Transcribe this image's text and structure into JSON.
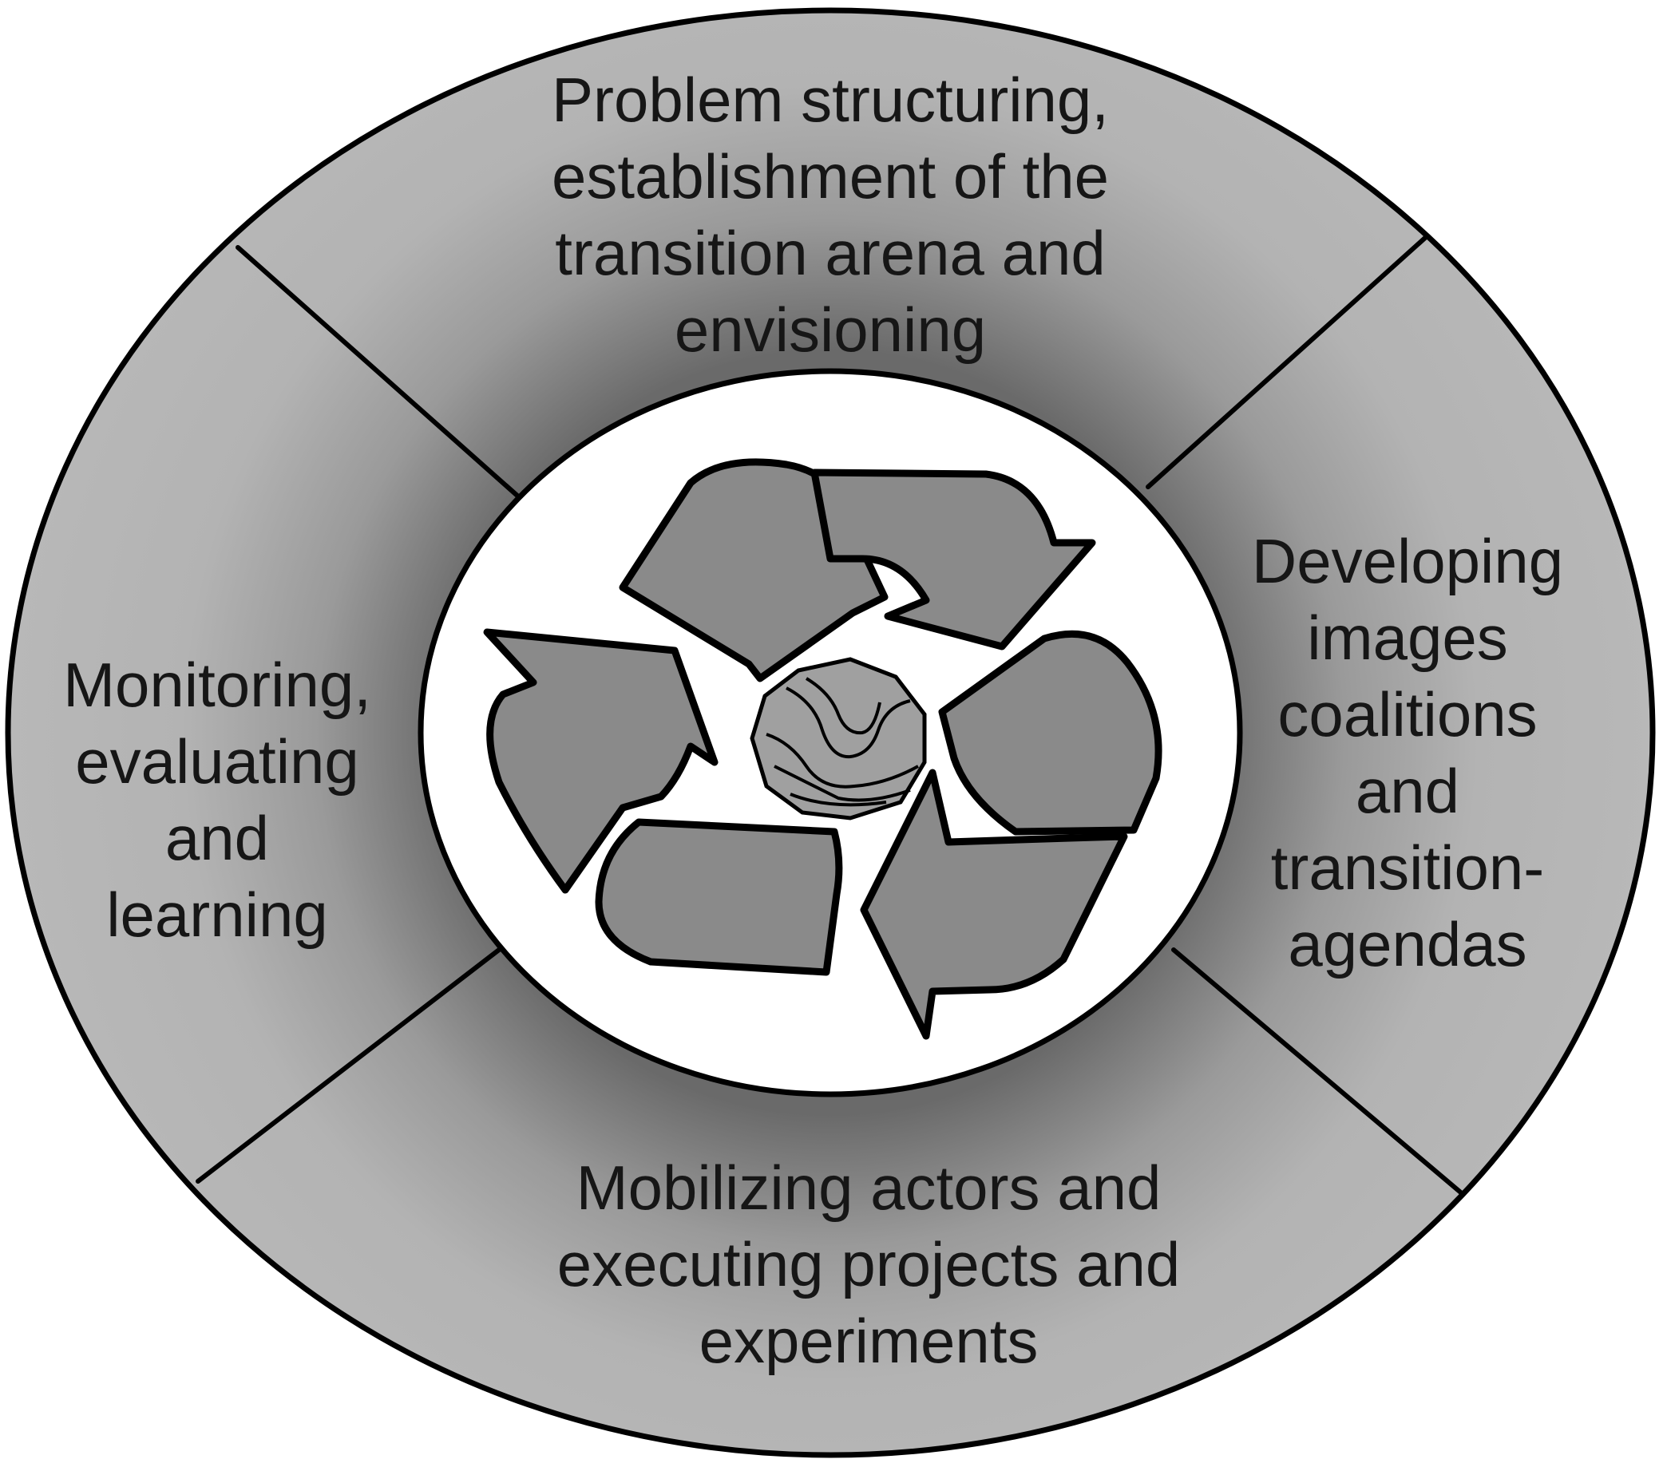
{
  "segments": {
    "top": {
      "lines": [
        "Problem structuring,",
        "establishment of the",
        "transition arena and",
        "envisioning"
      ]
    },
    "right": {
      "lines": [
        "Developing",
        "images",
        "coalitions",
        "and",
        "transition-",
        "agendas"
      ]
    },
    "bottom": {
      "lines": [
        "Mobilizing actors and",
        "executing projects and",
        "experiments"
      ]
    },
    "left": {
      "lines": [
        "Monitoring,",
        "evaluating",
        "and",
        "learning"
      ]
    }
  },
  "colors": {
    "segment_fill": "#b3b3b3",
    "segment_shade": "#6f6f6f",
    "center_fill": "#ffffff",
    "arrow_fill": "#8a8a8a",
    "outline": "#000000",
    "globe_fill": "#a0a0a0"
  },
  "icons": {
    "center": "recycle-arrows-icon",
    "globe": "globe-icon"
  }
}
